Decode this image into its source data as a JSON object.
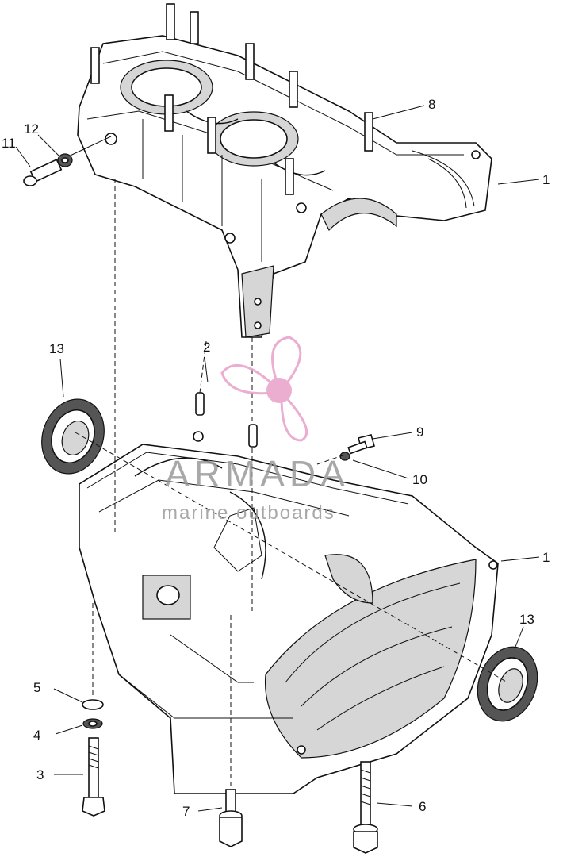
{
  "callouts": [
    {
      "id": "c1a",
      "label": "1"
    },
    {
      "id": "c1b",
      "label": "1"
    },
    {
      "id": "c2",
      "label": "2"
    },
    {
      "id": "c3",
      "label": "3"
    },
    {
      "id": "c4",
      "label": "4"
    },
    {
      "id": "c5",
      "label": "5"
    },
    {
      "id": "c6",
      "label": "6"
    },
    {
      "id": "c7",
      "label": "7"
    },
    {
      "id": "c8",
      "label": "8"
    },
    {
      "id": "c9",
      "label": "9"
    },
    {
      "id": "c10",
      "label": "10"
    },
    {
      "id": "c11",
      "label": "11"
    },
    {
      "id": "c12",
      "label": "12"
    },
    {
      "id": "c13a",
      "label": "13"
    },
    {
      "id": "c13b",
      "label": "13"
    }
  ],
  "watermark": {
    "brand": "ARMADA",
    "tagline": "marine outboards",
    "color": "#e8a0c8"
  }
}
